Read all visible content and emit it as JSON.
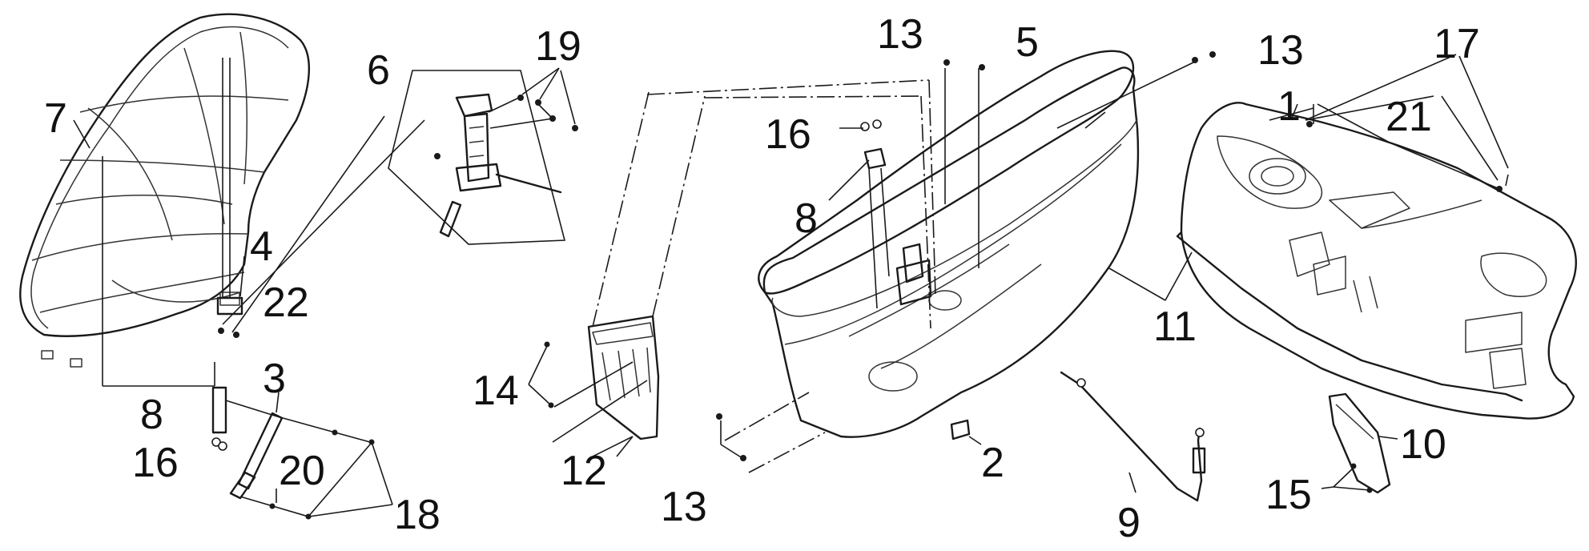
{
  "labels": {
    "n1": "1",
    "n2": "2",
    "n3": "3",
    "n4": "4",
    "n5": "5",
    "n6": "6",
    "n7": "7",
    "n8a": "8",
    "n8b": "8",
    "n9": "9",
    "n10": "10",
    "n11": "11",
    "n12": "12",
    "n13a": "13",
    "n13b": "13",
    "n13c": "13",
    "n14": "14",
    "n15": "15",
    "n16a": "16",
    "n16b": "16",
    "n17": "17",
    "n18": "18",
    "n19": "19",
    "n20": "20",
    "n21": "21",
    "n22": "22"
  }
}
